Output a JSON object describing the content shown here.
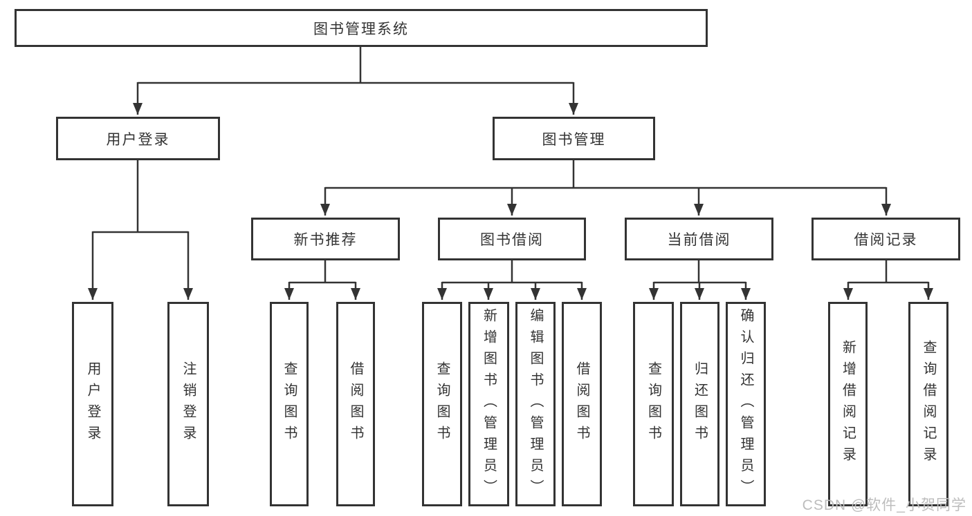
{
  "tree": {
    "root": {
      "label": "图书管理系统"
    },
    "branches": [
      {
        "label": "用户登录",
        "children": [
          {
            "label": "用户登录"
          },
          {
            "label": "注销登录"
          }
        ]
      },
      {
        "label": "图书管理",
        "children": [
          {
            "label": "新书推荐",
            "children": [
              {
                "label": "查询图书"
              },
              {
                "label": "借阅图书"
              }
            ]
          },
          {
            "label": "图书借阅",
            "children": [
              {
                "label": "查询图书"
              },
              {
                "label": "新增图书（管理员）"
              },
              {
                "label": "编辑图书（管理员）"
              },
              {
                "label": "借阅图书"
              }
            ]
          },
          {
            "label": "当前借阅",
            "children": [
              {
                "label": "查询图书"
              },
              {
                "label": "归还图书"
              },
              {
                "label": "确认归还（管理员）"
              }
            ]
          },
          {
            "label": "借阅记录",
            "children": [
              {
                "label": "新增借阅记录"
              },
              {
                "label": "查询借阅记录"
              }
            ]
          }
        ]
      }
    ]
  },
  "watermark": {
    "text": "CSDN @软件_小贺同学"
  },
  "colors": {
    "line": "#333333",
    "text": "#333333",
    "background": "#ffffff",
    "watermark": "#bdbdbd"
  }
}
